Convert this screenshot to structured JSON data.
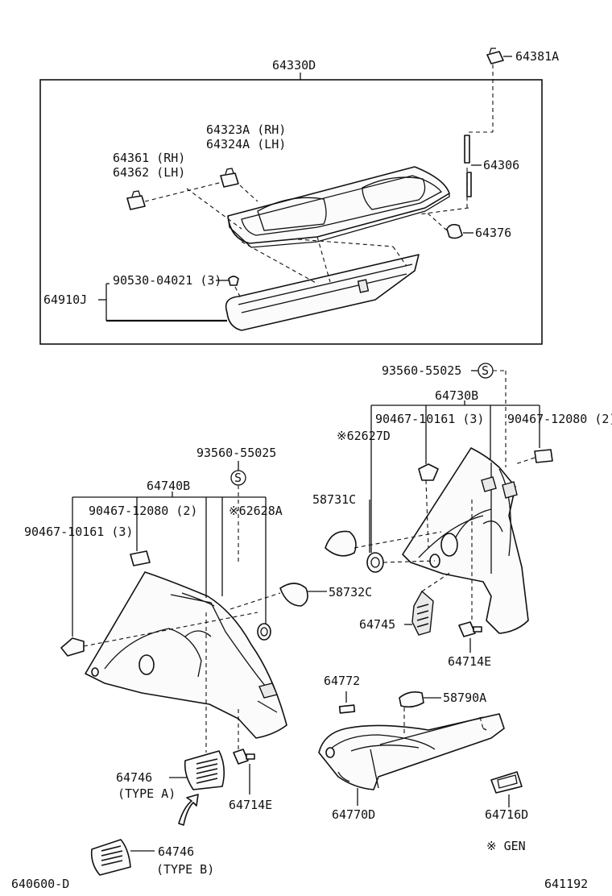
{
  "labels": {
    "p64330D": "64330D",
    "p64381A": "64381A",
    "p64323A": "64323A (RH)",
    "p64324A": "64324A (LH)",
    "p64361": "64361 (RH)",
    "p64362": "64362 (LH)",
    "p64306": "64306",
    "p64376": "64376",
    "p90530": "90530-04021 (3)",
    "p64910J": "64910J",
    "p93560_r": "93560-55025",
    "s_r": "S",
    "p64730B": "64730B",
    "p90467_10161_r": "90467-10161 (3)",
    "p90467_12080_r": "90467-12080 (2)",
    "p62627D": "※62627D",
    "p58731C": "58731C",
    "p93560_l": "93560-55025",
    "s_l": "S",
    "p64740B": "64740B",
    "p90467_12080_l": "90467-12080 (2)",
    "p62628A": "※62628A",
    "p90467_10161_l": "90467-10161 (3)",
    "p58732C": "58732C",
    "p64745": "64745",
    "p64714E_r": "64714E",
    "p64772": "64772",
    "p58790A": "58790A",
    "p64746_a": "64746",
    "type_a": "(TYPE A)",
    "p64714E_l": "64714E",
    "p64770D": "64770D",
    "p64716D": "64716D",
    "gen": "※ GEN",
    "p64746_b": "64746",
    "type_b": "(TYPE B)",
    "code_left": "640600-D",
    "code_right": "641192"
  }
}
